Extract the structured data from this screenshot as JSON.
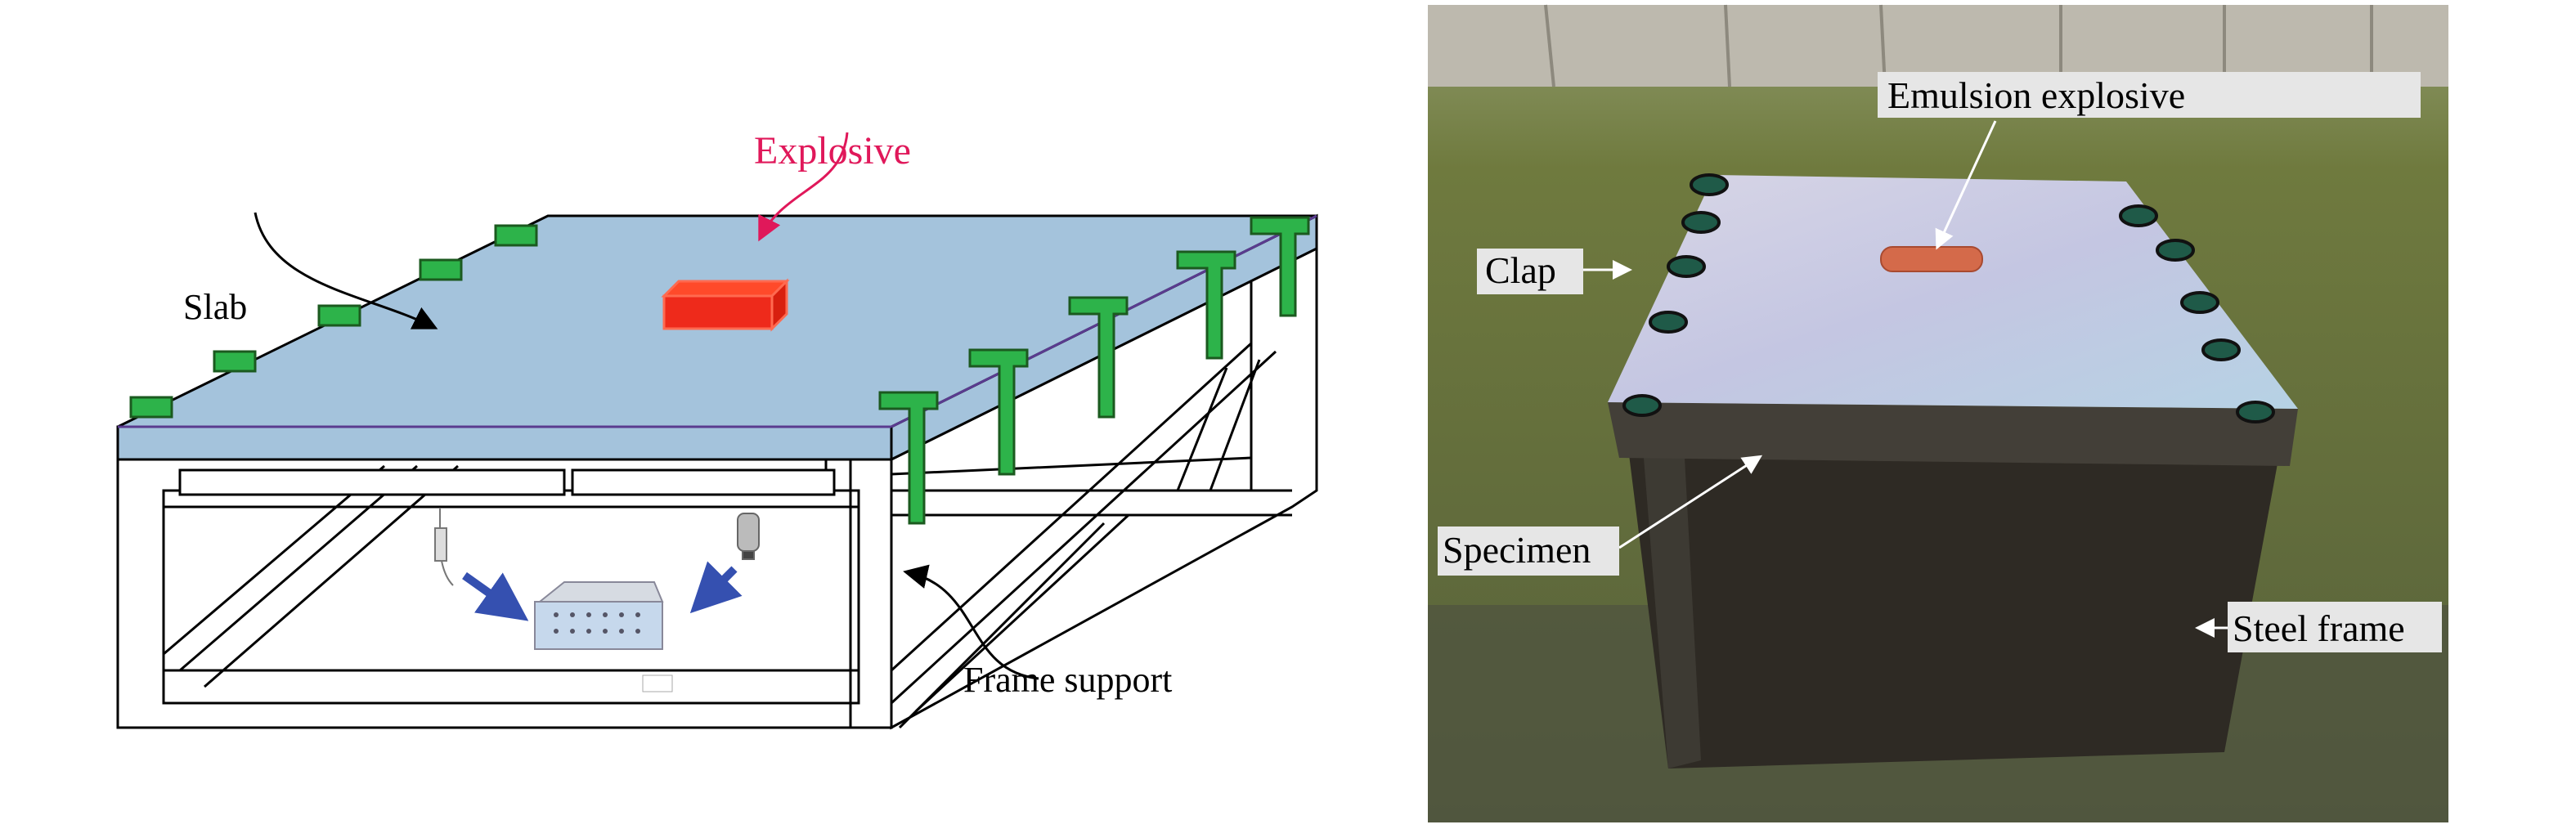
{
  "schematic": {
    "labels": {
      "slab": "Slab",
      "explosive": "Explosive",
      "frame_support": "Frame support"
    }
  },
  "photo": {
    "labels": {
      "emulsion_explosive": "Emulsion explosive",
      "clap": "Clap",
      "specimen": "Specimen",
      "steel_frame": "Steel frame"
    }
  },
  "colors": {
    "slab": "#a4c3dc",
    "clamp": "#2db34a",
    "explosive": "#ee2a1b",
    "explosive_label": "#e0185a",
    "arrow_blue": "#3550b0"
  }
}
